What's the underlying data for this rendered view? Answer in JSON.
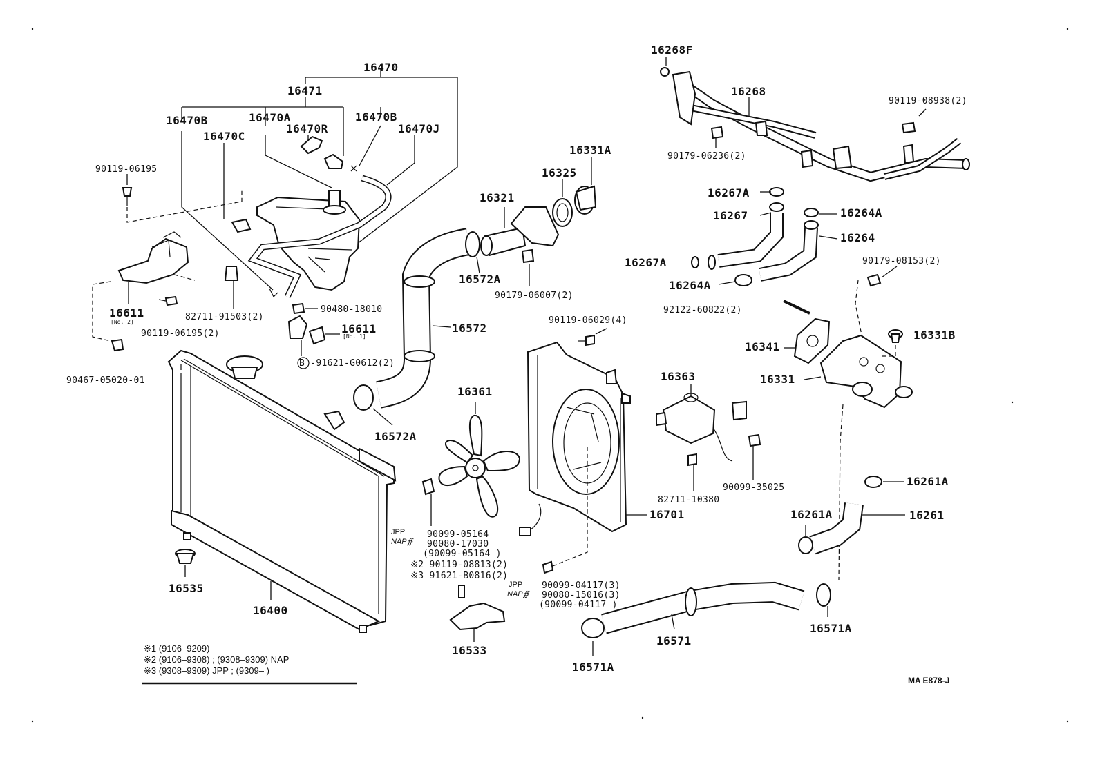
{
  "labels": {
    "p16470": "16470",
    "p16471": "16471",
    "p16470B_l": "16470B",
    "p16470A": "16470A",
    "p16470B_r": "16470B",
    "p16470R": "16470R",
    "p16470J": "16470J",
    "p16470C": "16470C",
    "p90119_06195": "90119-06195",
    "p16611_a": "16611",
    "no2": "[No. 2]",
    "p90119_06195_2": "90119-06195(2)",
    "p82711_91503": "82711-91503(2)",
    "p90480_18010": "90480-18010",
    "p16611_b": "16611",
    "no1": "[No. 1]",
    "p91621_G0612": "B -91621-G0612(2)",
    "p90467_05020": "90467-05020-01",
    "p16535": "16535",
    "p16400": "16400",
    "p16321": "16321",
    "p16325": "16325",
    "p16331A": "16331A",
    "p16572A_top": "16572A",
    "p90179_06007": "90179-06007(2)",
    "p16572": "16572",
    "p16572A_bot": "16572A",
    "p16361": "16361",
    "p90099_05164": "90099-05164",
    "p90080_17030": "90080-17030",
    "p90099_05164b": "(90099-05164    )",
    "p90119_08813": "※2 90119-08813(2)",
    "p91621_B0816": "※3 91621-B0816(2)",
    "jpp1": "JPP",
    "napf1": "NAP∯",
    "jpp2": "JPP",
    "napf2": "NAP∯",
    "p16533": "16533",
    "p90119_06029": "90119-06029(4)",
    "p16363": "16363",
    "p82711_10380": "82711-10380",
    "p90099_35025": "90099-35025",
    "p16701": "16701",
    "p90099_04117": "90099-04117(3)",
    "p90080_15016": "90080-15016(3)",
    "p90099_04117b": "(90099-04117  )",
    "p16571": "16571",
    "p16571A_l": "16571A",
    "p16571A_r": "16571A",
    "p16268F": "16268F",
    "p16268": "16268",
    "p90119_08938": "90119-08938(2)",
    "p90179_06236": "90179-06236(2)",
    "p16267A_top": "16267A",
    "p16267": "16267",
    "p16267A_bot": "16267A",
    "p16264A_top": "16264A",
    "p16264": "16264",
    "p16264A_bot": "16264A",
    "p90179_08153": "90179-08153(2)",
    "p92122_60822": "92122-60822(2)",
    "p16341": "16341",
    "p16331B": "16331B",
    "p16331": "16331",
    "p16261A_top": "16261A",
    "p16261A_l": "16261A",
    "p16261": "16261"
  },
  "notes": {
    "n1": "※1 (9106–9209)",
    "n2": "※2 (9106–9308) ; (9308–9309) NAP",
    "n3": "※3 (9308–9309) JPP ; (9309–         )"
  },
  "code": "MA E878-J"
}
